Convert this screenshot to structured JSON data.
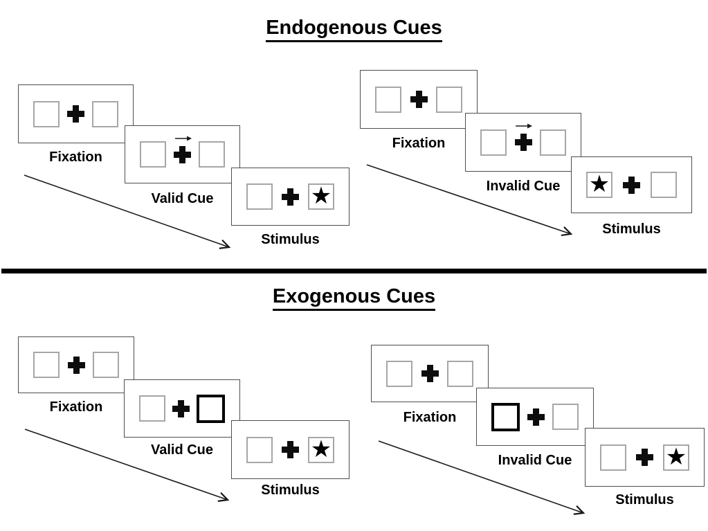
{
  "icons": {
    "star": "★",
    "cue_arrow": "right-arrow",
    "fixation_cross": "plus"
  },
  "sections": [
    {
      "id": "endogenous",
      "title": "Endogenous Cues",
      "groups": [
        {
          "id": "valid",
          "frames": [
            {
              "label": "Fixation",
              "left_box": "empty",
              "right_box": "empty",
              "cue_arrow": false
            },
            {
              "label": "Valid Cue",
              "left_box": "empty",
              "right_box": "empty",
              "cue_arrow": true
            },
            {
              "label": "Stimulus",
              "left_box": "empty",
              "right_box": "star",
              "cue_arrow": false
            }
          ]
        },
        {
          "id": "invalid",
          "frames": [
            {
              "label": "Fixation",
              "left_box": "empty",
              "right_box": "empty",
              "cue_arrow": false
            },
            {
              "label": "Invalid Cue",
              "left_box": "empty",
              "right_box": "empty",
              "cue_arrow": true
            },
            {
              "label": "Stimulus",
              "left_box": "star",
              "right_box": "empty",
              "cue_arrow": false
            }
          ]
        }
      ]
    },
    {
      "id": "exogenous",
      "title": "Exogenous Cues",
      "groups": [
        {
          "id": "valid",
          "frames": [
            {
              "label": "Fixation",
              "left_box": "empty",
              "right_box": "empty",
              "cue_arrow": false
            },
            {
              "label": "Valid Cue",
              "left_box": "empty",
              "right_box": "cued-outline",
              "cue_arrow": false
            },
            {
              "label": "Stimulus",
              "left_box": "empty",
              "right_box": "star",
              "cue_arrow": false
            }
          ]
        },
        {
          "id": "invalid",
          "frames": [
            {
              "label": "Fixation",
              "left_box": "empty",
              "right_box": "empty",
              "cue_arrow": false
            },
            {
              "label": "Invalid Cue",
              "left_box": "cued-outline",
              "right_box": "empty",
              "cue_arrow": false
            },
            {
              "label": "Stimulus",
              "left_box": "empty",
              "right_box": "star",
              "cue_arrow": false
            }
          ]
        }
      ]
    }
  ]
}
